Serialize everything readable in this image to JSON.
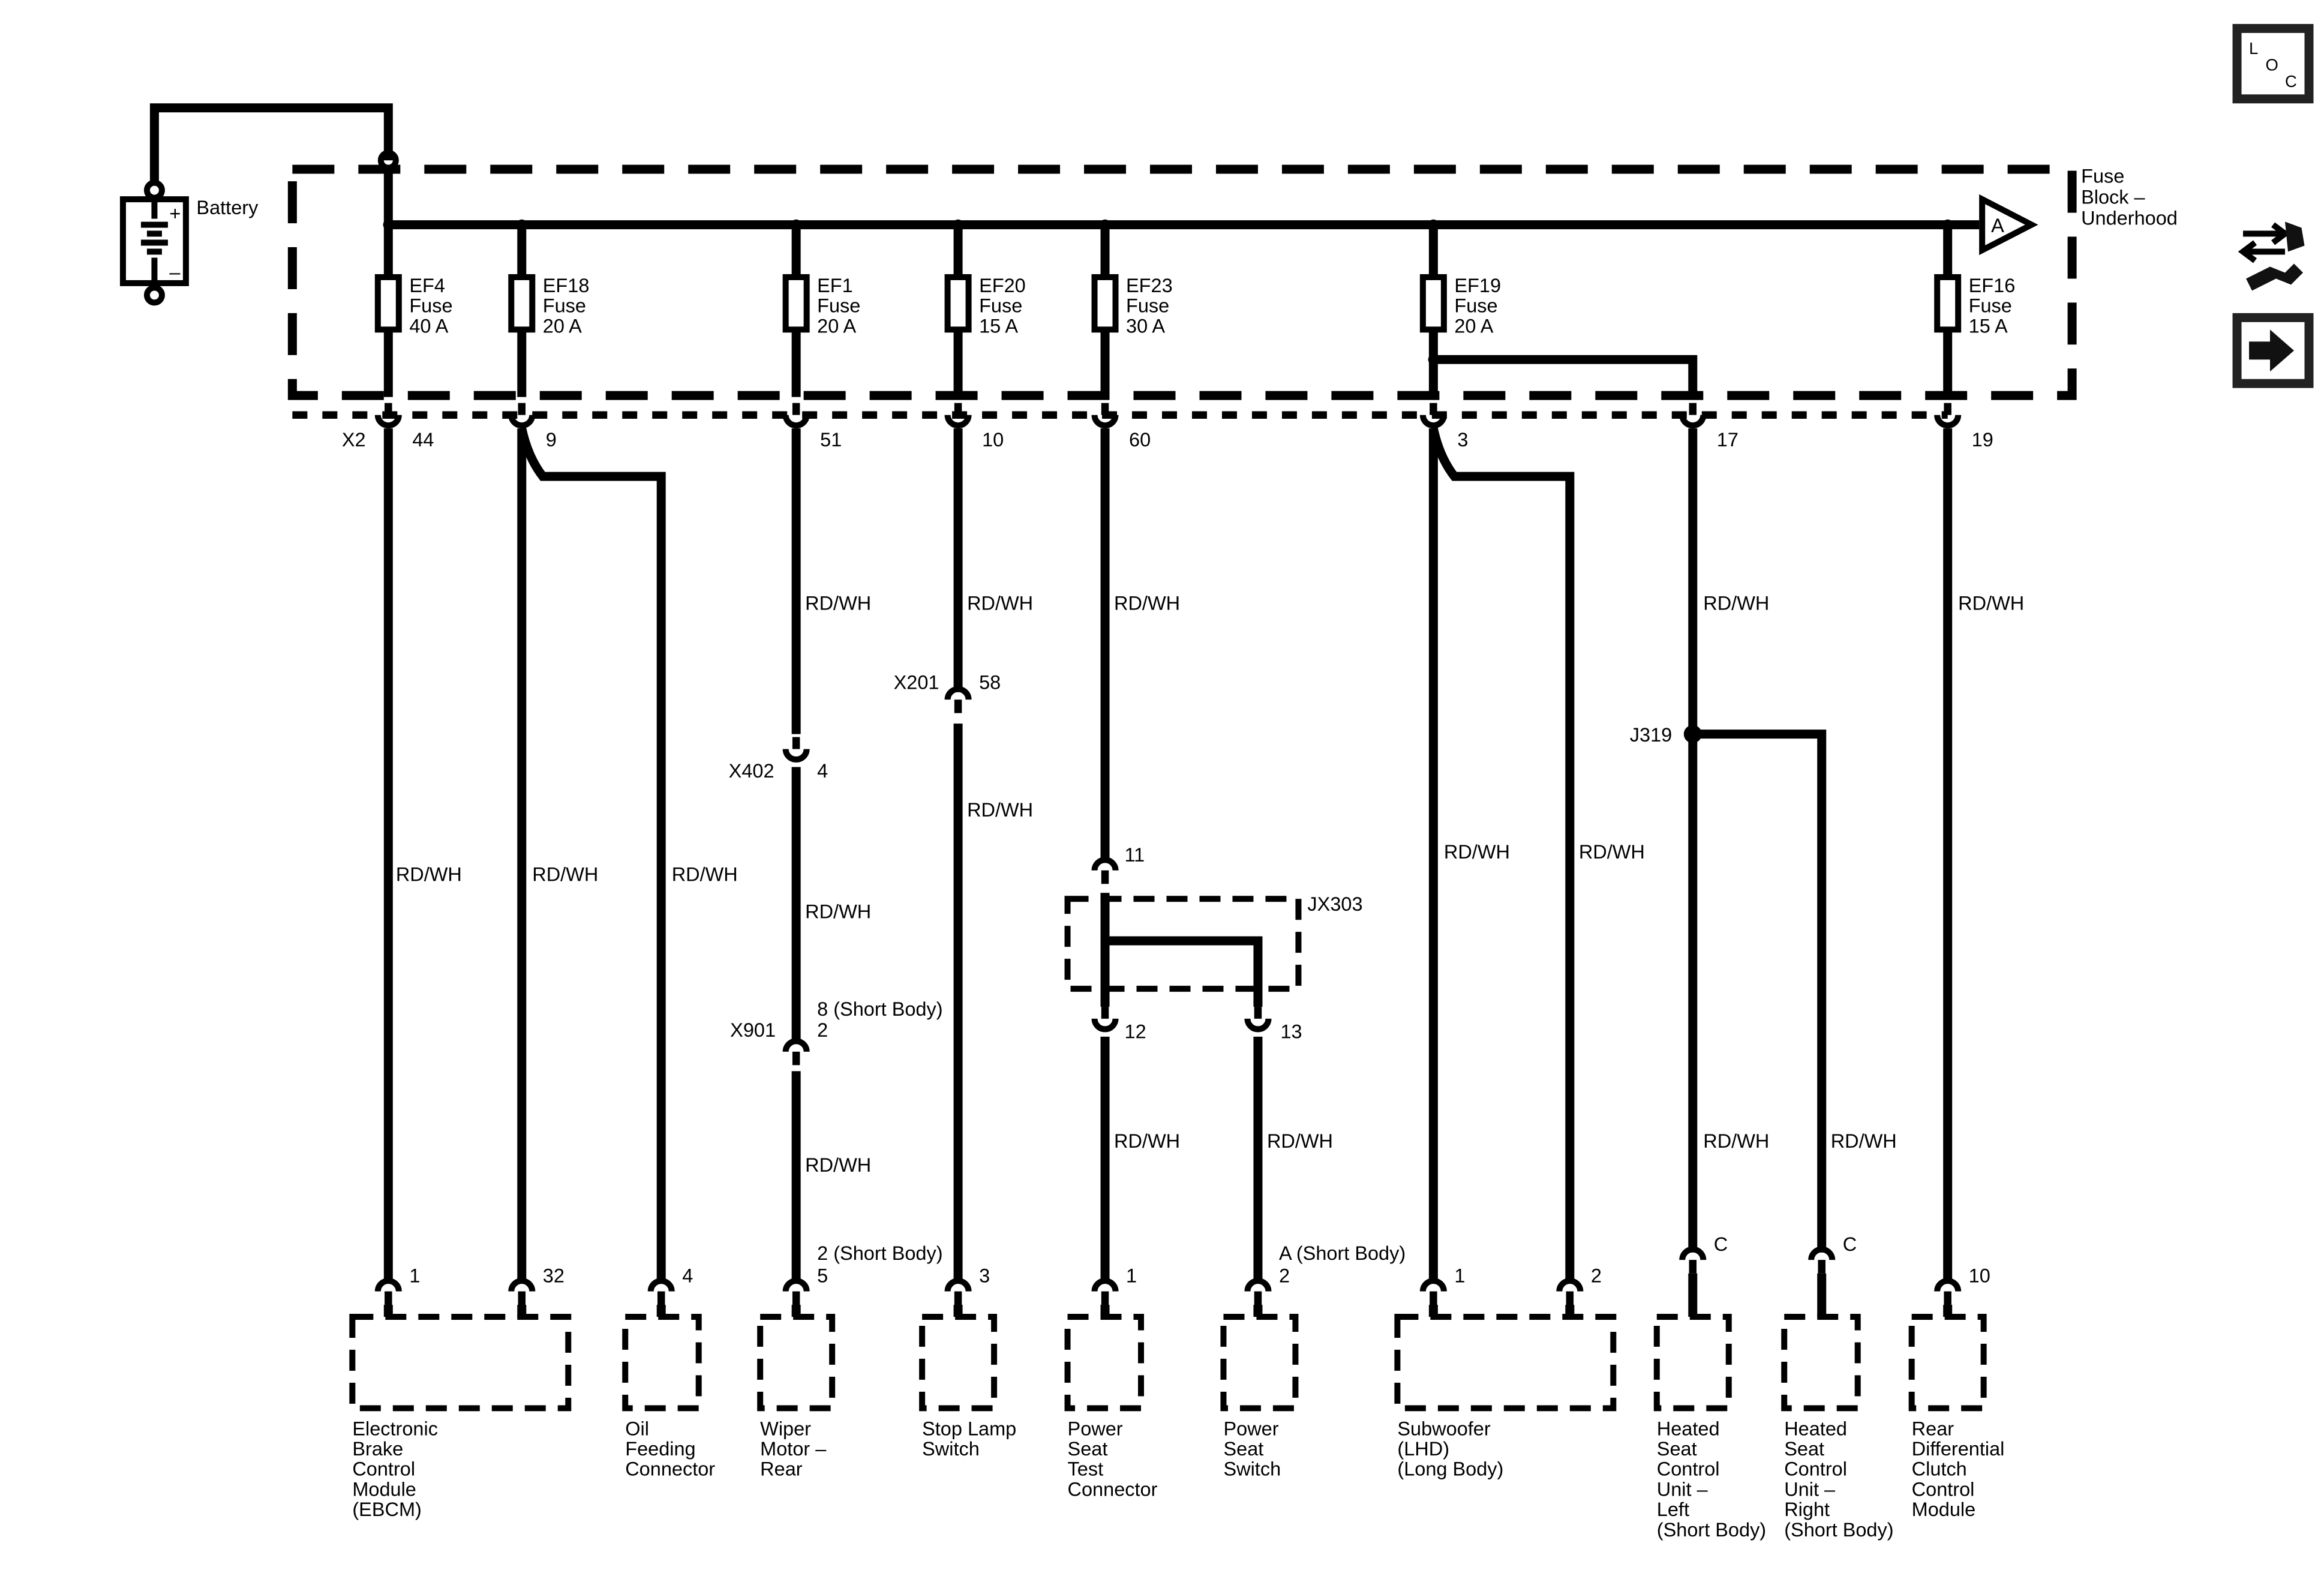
{
  "battery_label": "Battery",
  "fuse_block": [
    "Fuse",
    "Block –",
    "Underhood"
  ],
  "feed_ref": "A",
  "loc_icon": {
    "l": "L",
    "o": "O",
    "c": "C"
  },
  "x2": "X2",
  "fuses": [
    {
      "id": "f4",
      "lines": [
        "EF4",
        "Fuse",
        "40 A"
      ]
    },
    {
      "id": "f18",
      "lines": [
        "EF18",
        "Fuse",
        "20 A"
      ]
    },
    {
      "id": "f1",
      "lines": [
        "EF1",
        "Fuse",
        "20 A"
      ]
    },
    {
      "id": "f20",
      "lines": [
        "EF20",
        "Fuse",
        "15 A"
      ]
    },
    {
      "id": "f23",
      "lines": [
        "EF23",
        "Fuse",
        "30 A"
      ]
    },
    {
      "id": "f19",
      "lines": [
        "EF19",
        "Fuse",
        "20 A"
      ]
    },
    {
      "id": "f16",
      "lines": [
        "EF16",
        "Fuse",
        "15 A"
      ]
    }
  ],
  "x2_pins": [
    "44",
    "9",
    "51",
    "10",
    "60",
    "3",
    "17",
    "19"
  ],
  "wire_color": "RD/WH",
  "connectors": {
    "x201": {
      "name": "X201",
      "pin": "58"
    },
    "x402": {
      "name": "X402",
      "pin": "4"
    },
    "x901": {
      "name": "X901",
      "pin_line1": "8 (Short Body)",
      "pin_line2": "2"
    },
    "jx303": {
      "name": "JX303",
      "pin_in": "11",
      "pin_out1": "12",
      "pin_out2": "13"
    },
    "j319": "J319"
  },
  "component_pins": {
    "ebcm_1": "1",
    "ebcm_32": "32",
    "oil": "4",
    "wiper_line1": "2 (Short Body)",
    "wiper_line2": "5",
    "stop": "3",
    "pst": "1",
    "pss_line1": "A (Short Body)",
    "pss_line2": "2",
    "sub_1": "1",
    "sub_2": "2",
    "hsl": "C",
    "hsr": "C",
    "rdc": "10"
  },
  "components": [
    {
      "id": "ebcm",
      "lines": [
        "Electronic",
        "Brake",
        "Control",
        "Module",
        "(EBCM)"
      ]
    },
    {
      "id": "oil",
      "lines": [
        "Oil",
        "Feeding",
        "Connector"
      ]
    },
    {
      "id": "wiper",
      "lines": [
        "Wiper",
        "Motor –",
        "Rear"
      ]
    },
    {
      "id": "stop",
      "lines": [
        "Stop Lamp",
        "Switch"
      ]
    },
    {
      "id": "pst",
      "lines": [
        "Power",
        "Seat",
        "Test",
        "Connector"
      ]
    },
    {
      "id": "pss",
      "lines": [
        "Power",
        "Seat",
        "Switch"
      ]
    },
    {
      "id": "sub",
      "lines": [
        "Subwoofer",
        "(LHD)",
        "(Long Body)"
      ]
    },
    {
      "id": "hsl",
      "lines": [
        "Heated",
        "Seat",
        "Control",
        "Unit –",
        "Left",
        "(Short Body)"
      ]
    },
    {
      "id": "hsr",
      "lines": [
        "Heated",
        "Seat",
        "Control",
        "Unit –",
        "Right",
        "(Short Body)"
      ]
    },
    {
      "id": "rdc",
      "lines": [
        "Rear",
        "Differential",
        "Clutch",
        "Control",
        "Module"
      ]
    }
  ]
}
